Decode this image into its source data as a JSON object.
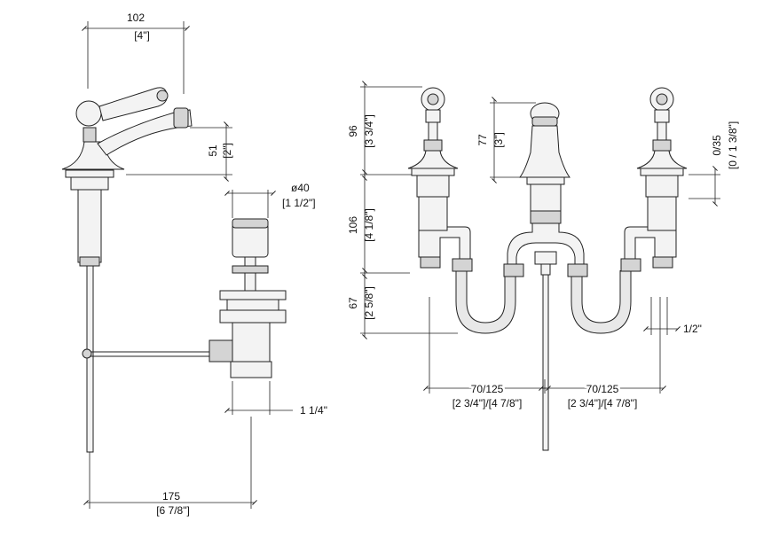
{
  "drawing": {
    "side_view": {
      "top_width_mm": "102",
      "top_width_in": "[4\"]",
      "spout_height_mm": "51",
      "spout_height_in": "[2\"]",
      "drain_diameter_mm": "ø40",
      "drain_diameter_in": "[1 1/2\"]",
      "drain_outlet_in": "1 1/4\"",
      "base_length_mm": "175",
      "base_length_in": "[6 7/8\"]"
    },
    "front_view": {
      "handle_height_mm": "96",
      "handle_height_in": "[3 3/4\"]",
      "spout_height_mm": "77",
      "spout_height_in": "[3\"]",
      "deck_range_mm": "0/35",
      "deck_range_in": "[0 / 1 3/8\"]",
      "shank_length_mm": "106",
      "shank_length_in": "[4 1/8\"]",
      "tail_length_mm": "67",
      "tail_length_in": "[2 5/8\"]",
      "left_spacing_mm": "70/125",
      "left_spacing_in": "[2 3/4\"]/[4 7/8\"]",
      "right_spacing_mm": "70/125",
      "right_spacing_in": "[2 3/4\"]/[4 7/8\"]",
      "connection_in": "1/2\""
    }
  }
}
